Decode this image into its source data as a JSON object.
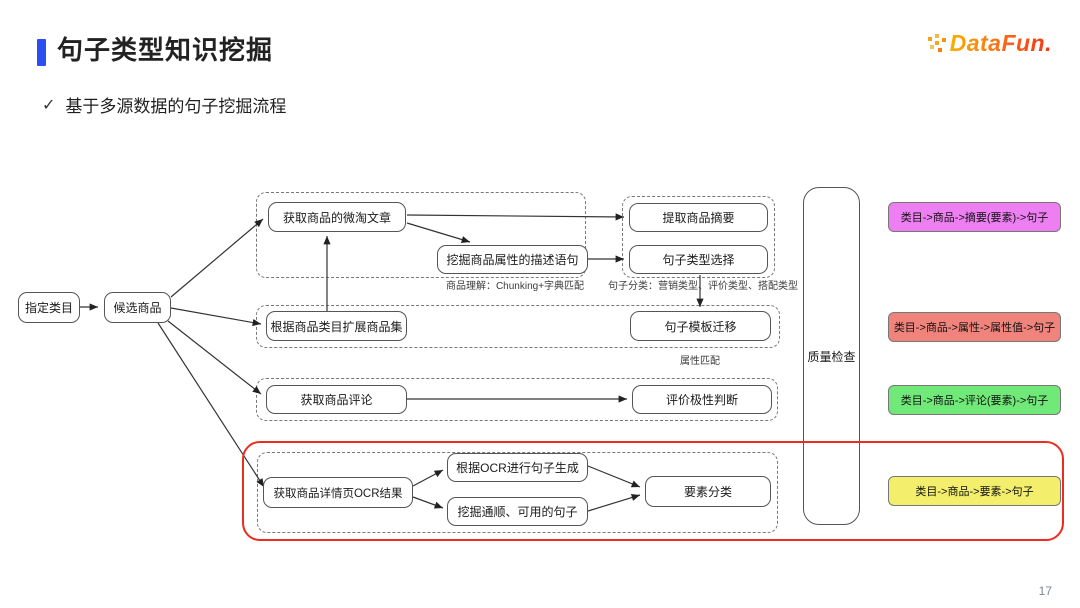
{
  "slide": {
    "title": "句子类型知识挖掘",
    "checkmark": "✓",
    "bullet": "基于多源数据的句子挖掘流程",
    "page_number": "17",
    "logo": {
      "text": "DataFun."
    },
    "accent_color": "#2b4ff0",
    "highlight_color": "#ed2c1f"
  },
  "flow": {
    "nodes": {
      "specify_category": "指定类目",
      "candidate_products": "候选商品",
      "get_weitao_articles": "获取商品的微淘文章",
      "mine_attribute_sentences": "挖掘商品属性的描述语句",
      "extract_product_summary": "提取商品摘要",
      "sentence_type_selection": "句子类型选择",
      "expand_product_set": "根据商品类目扩展商品集",
      "sentence_template_transfer": "句子模板迁移",
      "get_product_reviews": "获取商品评论",
      "review_polarity_judgment": "评价极性判断",
      "get_ocr_results": "获取商品详情页OCR结果",
      "ocr_sentence_generation": "根据OCR进行句子生成",
      "mine_fluent_sentences": "挖掘通顺、可用的句子",
      "element_classification": "要素分类",
      "quality_check": "质量检查"
    },
    "captions": {
      "product_understanding": "商品理解：Chunking+字典匹配",
      "sentence_classification": "句子分类：营销类型、评价类型、搭配类型",
      "attribute_matching": "属性匹配"
    },
    "outputs": [
      {
        "label": "类目->商品->摘要(要素)->句子",
        "color": "#ee7ff2"
      },
      {
        "label": "类目->商品->属性->属性值->句子",
        "color": "#f0837b"
      },
      {
        "label": "类目->商品->评论(要素)->句子",
        "color": "#70e979"
      },
      {
        "label": "类目->商品->要素->句子",
        "color": "#f3ef6d"
      }
    ]
  }
}
